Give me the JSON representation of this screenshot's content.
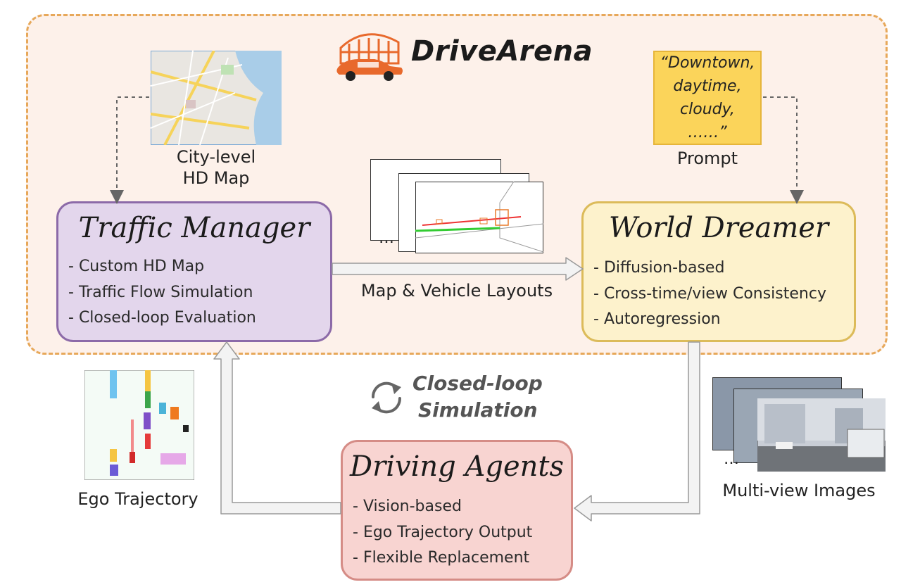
{
  "title": "DriveArena",
  "traffic_manager": {
    "title": "Traffic Manager",
    "items": [
      "Custom HD Map",
      "Traffic Flow Simulation",
      "Closed-loop Evaluation"
    ]
  },
  "world_dreamer": {
    "title": "World Dreamer",
    "items": [
      "Diffusion-based",
      "Cross-time/view Consistency",
      "Autoregression"
    ]
  },
  "driving_agents": {
    "title": "Driving Agents",
    "items": [
      "Vision-based",
      "Ego Trajectory Output",
      "Flexible Replacement"
    ]
  },
  "hd_map": {
    "caption_line1": "City-level",
    "caption_line2": "HD Map"
  },
  "prompt": {
    "text": "“Downtown, daytime, cloudy, ……”",
    "caption": "Prompt"
  },
  "layouts": {
    "caption": "Map & Vehicle Layouts",
    "ellipsis": "…"
  },
  "loop": {
    "line1": "Closed-loop",
    "line2": "Simulation"
  },
  "ego_trajectory": {
    "caption": "Ego Trajectory"
  },
  "multiview": {
    "caption": "Multi-view Images",
    "ellipsis": "…"
  },
  "colors": {
    "arena_bg": "#fdf1ea",
    "arena_border": "#e7a85a",
    "traffic_manager": "#e3d6ec",
    "world_dreamer": "#fdf2cc",
    "driving_agents": "#f8d4d1",
    "prompt_note": "#fbd45a",
    "logo": "#e8692c"
  }
}
